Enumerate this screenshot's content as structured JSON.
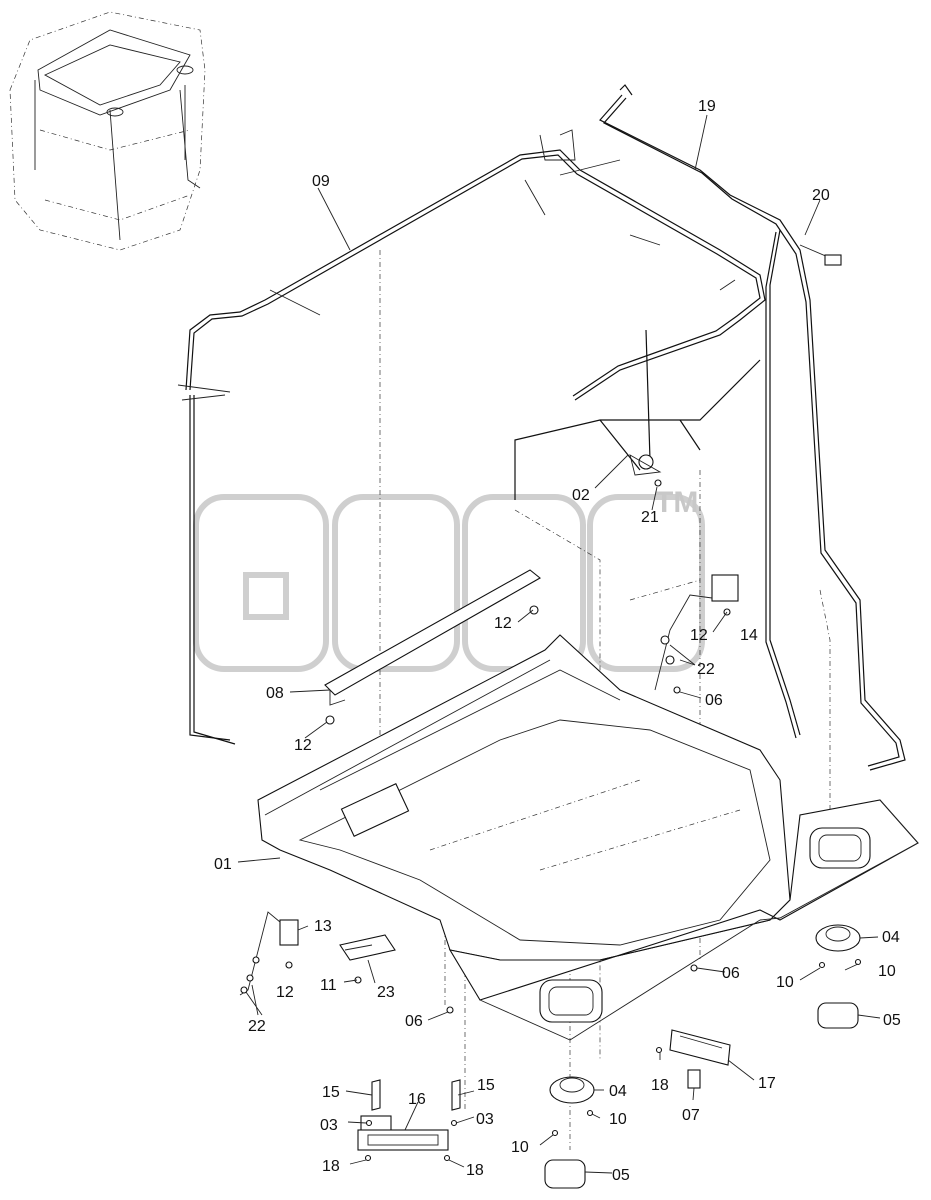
{
  "watermark": {
    "tm": "TM"
  },
  "labels": [
    {
      "id": "p09",
      "text": "09"
    },
    {
      "id": "p19",
      "text": "19"
    },
    {
      "id": "p20",
      "text": "20"
    },
    {
      "id": "p02",
      "text": "02"
    },
    {
      "id": "p21",
      "text": "21"
    },
    {
      "id": "p12a",
      "text": "12"
    },
    {
      "id": "p12b",
      "text": "12"
    },
    {
      "id": "p14",
      "text": "14"
    },
    {
      "id": "p22a",
      "text": "22"
    },
    {
      "id": "p06a",
      "text": "06"
    },
    {
      "id": "p08",
      "text": "08"
    },
    {
      "id": "p12c",
      "text": "12"
    },
    {
      "id": "p01",
      "text": "01"
    },
    {
      "id": "p13",
      "text": "13"
    },
    {
      "id": "p12d",
      "text": "12"
    },
    {
      "id": "p22b",
      "text": "22"
    },
    {
      "id": "p11",
      "text": "11"
    },
    {
      "id": "p23",
      "text": "23"
    },
    {
      "id": "p06b",
      "text": "06"
    },
    {
      "id": "p06c",
      "text": "06"
    },
    {
      "id": "p04a",
      "text": "04"
    },
    {
      "id": "p10a",
      "text": "10"
    },
    {
      "id": "p10b",
      "text": "10"
    },
    {
      "id": "p05a",
      "text": "05"
    },
    {
      "id": "p15a",
      "text": "15"
    },
    {
      "id": "p16",
      "text": "16"
    },
    {
      "id": "p15b",
      "text": "15"
    },
    {
      "id": "p03a",
      "text": "03"
    },
    {
      "id": "p03b",
      "text": "03"
    },
    {
      "id": "p18a",
      "text": "18"
    },
    {
      "id": "p18b",
      "text": "18"
    },
    {
      "id": "p04b",
      "text": "04"
    },
    {
      "id": "p10c",
      "text": "10"
    },
    {
      "id": "p10d",
      "text": "10"
    },
    {
      "id": "p18c",
      "text": "18"
    },
    {
      "id": "p17",
      "text": "17"
    },
    {
      "id": "p07",
      "text": "07"
    },
    {
      "id": "p05b",
      "text": "05"
    }
  ]
}
